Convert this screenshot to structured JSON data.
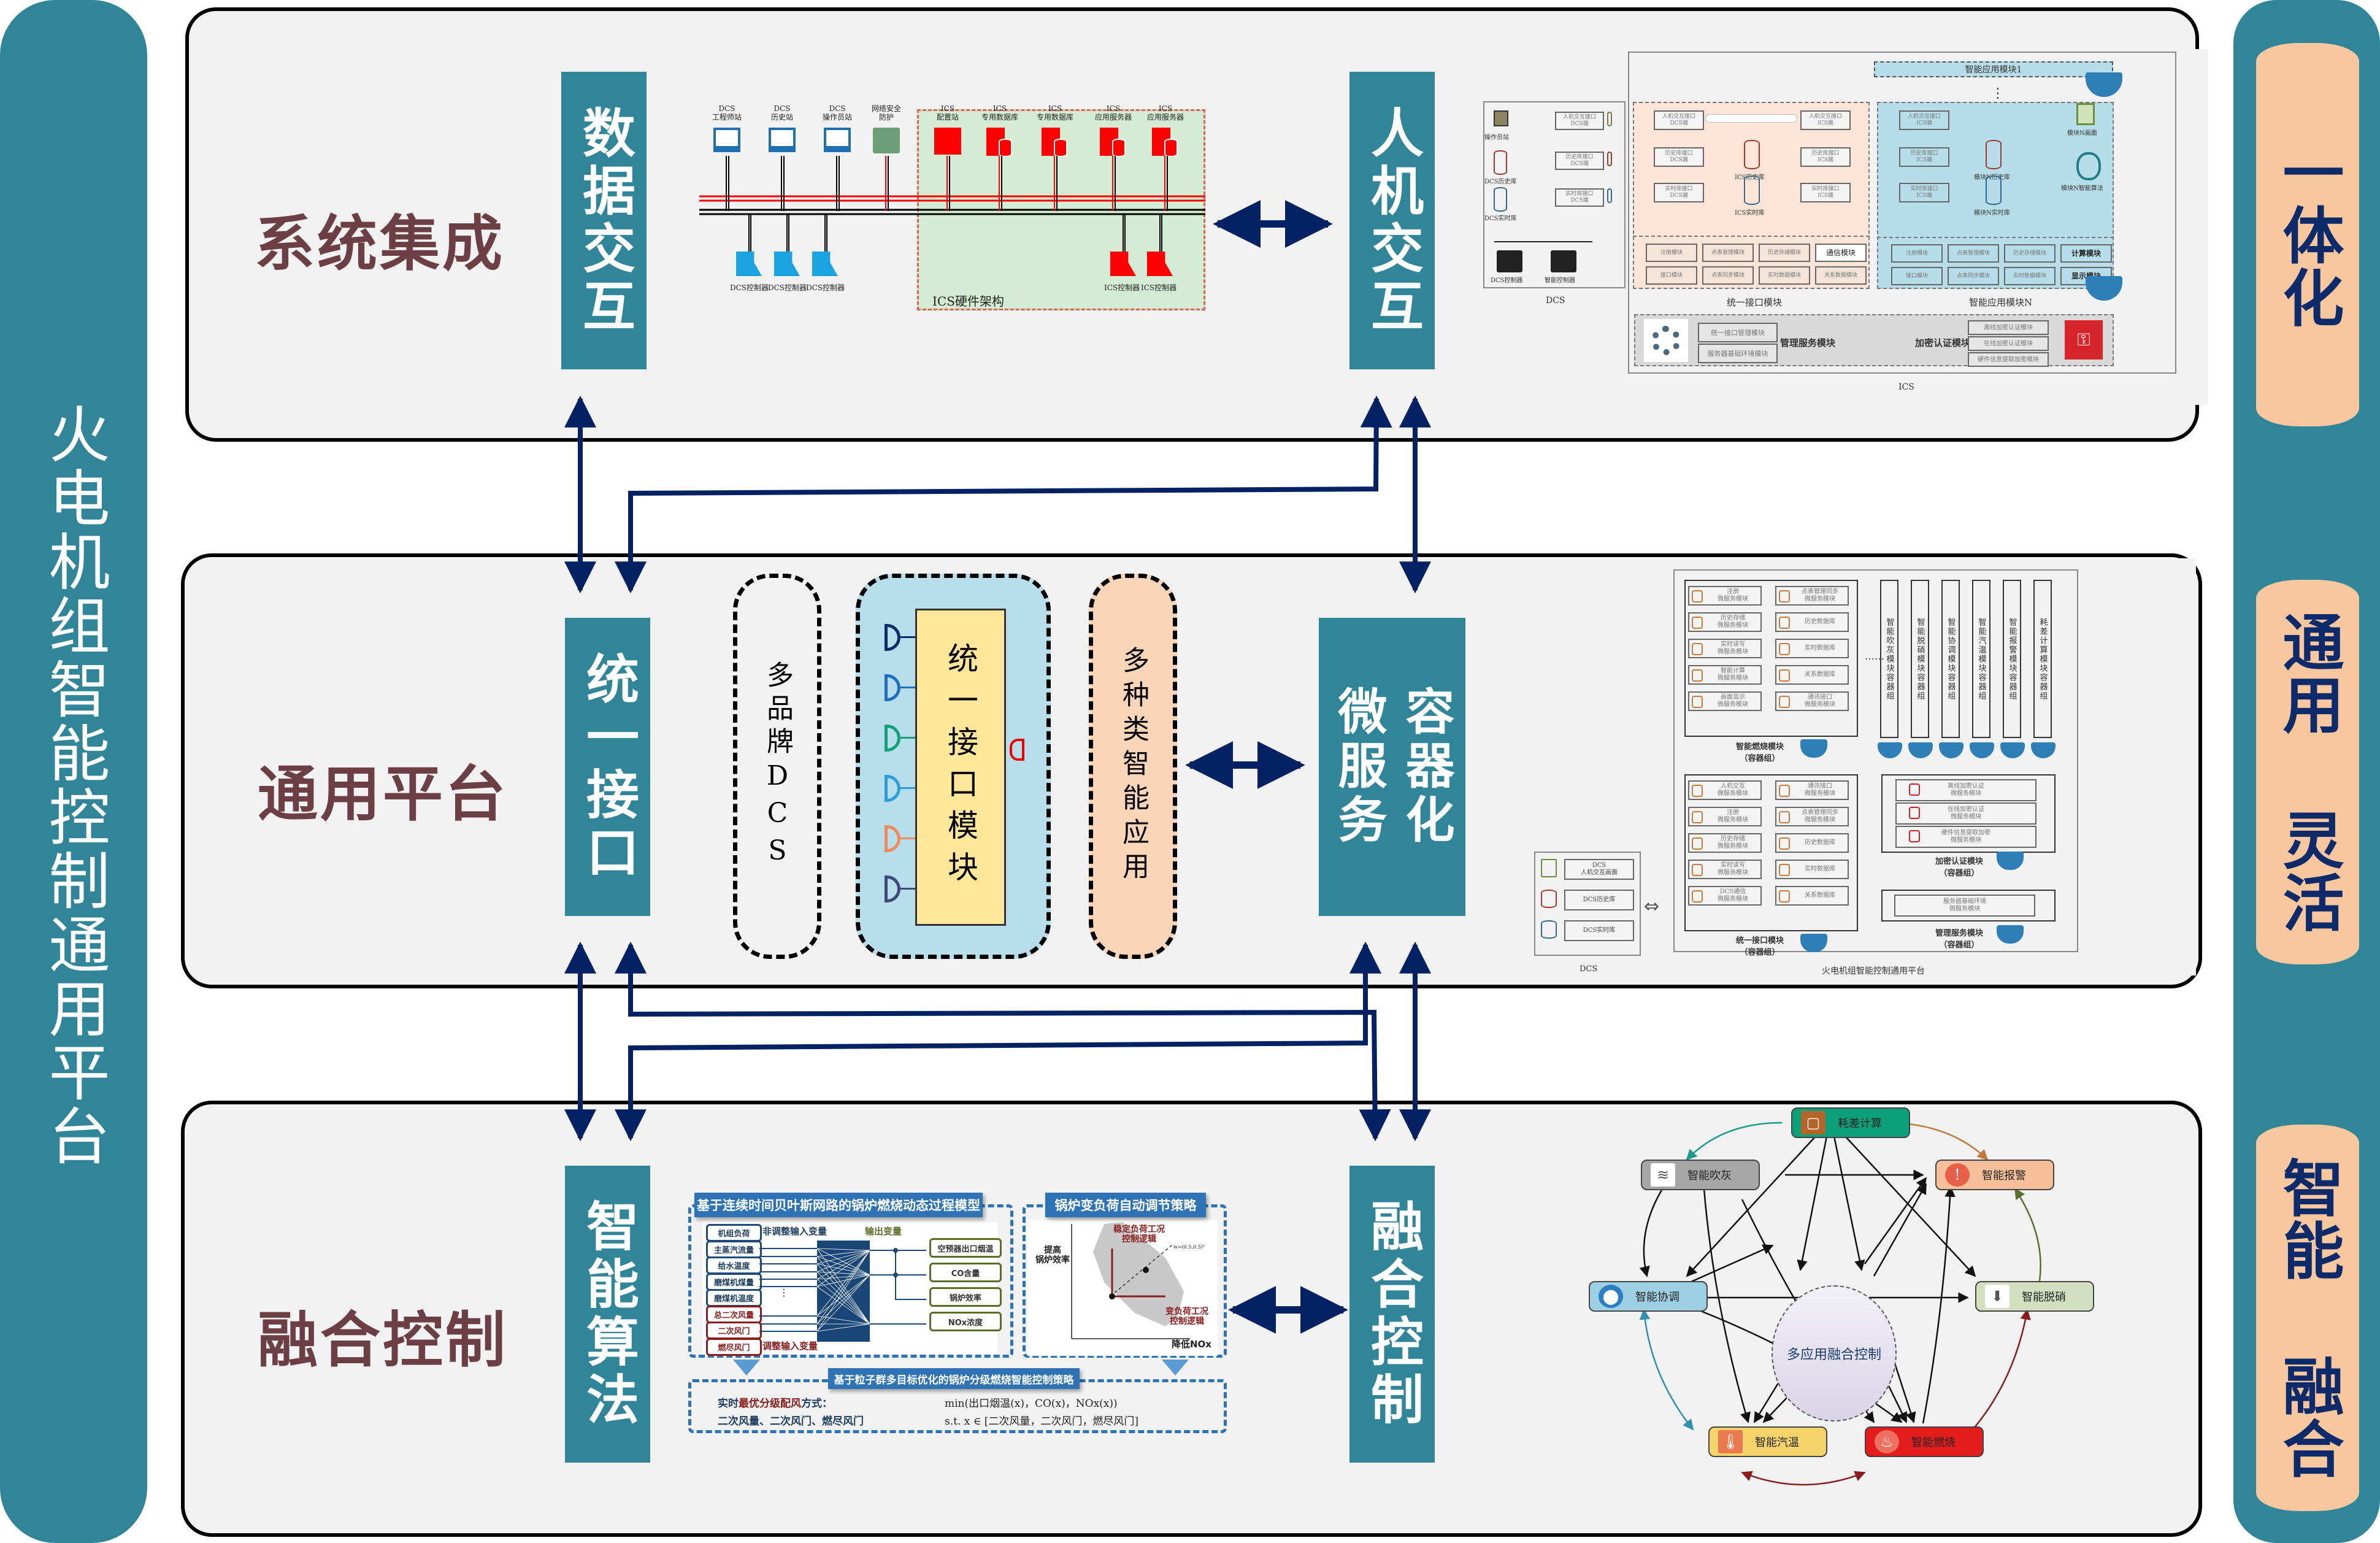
{
  "left_banner": {
    "title": "火电机组智能控制通用平台"
  },
  "right_banner": {
    "features": [
      "一体化",
      "通用 灵活",
      "智能 融合"
    ]
  },
  "colors": {
    "teal": "#318598",
    "peach": "#f8c79d",
    "navy_arrow": "#032163",
    "row_title": "#6b3f45",
    "panel_bg": "#f2f2f2",
    "feature_text": "#0d2a6b"
  },
  "rows": [
    {
      "title": "系统集成",
      "left_box": "数据交互",
      "right_box": "人机交互"
    },
    {
      "title": "通用平台",
      "left_box": "统一接口",
      "right_box_cols": [
        "微服务",
        "容器化"
      ]
    },
    {
      "title": "融合控制",
      "left_box": "智能算法",
      "right_box": "融合控制"
    }
  ],
  "hardware_figure": {
    "dcs_stations": [
      {
        "line1": "DCS",
        "line2": "工程师站"
      },
      {
        "line1": "DCS",
        "line2": "历史站"
      },
      {
        "line1": "DCS",
        "line2": "操作员站"
      },
      {
        "line1": "网络安全",
        "line2": "防护"
      }
    ],
    "ics_stations": [
      {
        "line1": "ICS",
        "line2": "配置站"
      },
      {
        "line1": "ICS",
        "line2": "专用数据库"
      },
      {
        "line1": "ICS",
        "line2": "专用数据库"
      },
      {
        "line1": "ICS",
        "line2": "应用服务器"
      },
      {
        "line1": "ICS",
        "line2": "应用服务器"
      }
    ],
    "dcs_controllers": [
      "DCS控制器",
      "DCS控制器",
      "DCS控制器"
    ],
    "ics_controllers": [
      "ICS控制器",
      "ICS控制器"
    ],
    "ics_area_label": "ICS硬件架构"
  },
  "ics_software_figure": {
    "top_module": "智能应用模块1",
    "ellipsis": "⋮",
    "dcs_side": {
      "items": [
        {
          "icon_label": "操作员站",
          "iface": [
            "人机交互接口",
            "DCS端"
          ]
        },
        {
          "icon_label": "DCS历史库",
          "iface": [
            "历史库接口",
            "DCS端"
          ]
        },
        {
          "icon_label": "DCS实时库",
          "iface": [
            "实时库接口",
            "DCS端"
          ]
        }
      ],
      "controllers": [
        "DCS控制器",
        "智能控制器"
      ],
      "caption": "DCS"
    },
    "unified_interface": {
      "rows": [
        {
          "left": [
            "人机交互接口",
            "DCS端"
          ],
          "middle": "",
          "right": [
            "人机交互接口",
            "ICS端"
          ]
        },
        {
          "left": [
            "历史库接口",
            "DCS端"
          ],
          "middle": "ICS历史库",
          "right": [
            "历史库接口",
            "ICS端"
          ]
        },
        {
          "left": [
            "实时库接口",
            "DCS端"
          ],
          "middle": "ICS实时库",
          "right": [
            "实时库接口",
            "ICS端"
          ]
        }
      ],
      "modules": [
        "注册模块",
        "点表管理模块",
        "历史存储模块",
        "通信模块",
        "接口模块",
        "点表同步模块",
        "实时数据模块",
        "关系数据模块"
      ],
      "caption": "统一接口模块"
    },
    "app_module_n": {
      "rows": [
        {
          "iface": [
            "人机交互接口",
            "ICS端"
          ],
          "target": "模块N画面"
        },
        {
          "iface": [
            "历史库接口",
            "ICS端"
          ],
          "target": "模块N历史库"
        },
        {
          "iface": [
            "实时库接口",
            "ICS端"
          ],
          "target": "模块N实时库"
        }
      ],
      "algo": "模块N智能算法",
      "modules": [
        "注册模块",
        "点表管理模块",
        "历史存储模块",
        "计算模块",
        "接口模块",
        "点表同步模块",
        "实时数据模块",
        "显示模块"
      ],
      "caption": "智能应用模块N"
    },
    "mgmt": {
      "items": [
        "统一接口管理模块",
        "服务器基础环境模块"
      ],
      "label": "管理服务模块"
    },
    "crypto": {
      "label": "加密认证模块",
      "items": [
        "离线加密认证模块",
        "在线加密认证模块",
        "硬件信息提取加密模块"
      ]
    },
    "caption": "ICS"
  },
  "dcs_brands": {
    "label": "多品牌DCS"
  },
  "unified_module": {
    "label": "统一接口模块"
  },
  "multi_apps": {
    "label": "多种类智能应用"
  },
  "platform_figure": {
    "combustion_group": {
      "items": [
        [
          "注册",
          "微服务模块"
        ],
        [
          "点表管理同步",
          "微服务模块"
        ],
        [
          "历史存储",
          "微服务模块"
        ],
        [
          "历史数据库",
          ""
        ],
        [
          "实时读写",
          "微服务模块"
        ],
        [
          "实时数据库",
          ""
        ],
        [
          "智能计算",
          "微服务模块"
        ],
        [
          "关系数据库",
          ""
        ],
        [
          "画面显示",
          "微服务模块"
        ],
        [
          "通讯接口",
          "微服务模块"
        ]
      ],
      "caption": [
        "智能燃烧模块",
        "（容器组）"
      ]
    },
    "ellipsis": "……",
    "containers": [
      "智能吹灰模块容器组",
      "智能脱硝模块容器组",
      "智能协调模块容器组",
      "智能汽温模块容器组",
      "智能报警模块容器组",
      "耗差计算模块容器组"
    ],
    "interface_group": {
      "items": [
        [
          "人机交互",
          "微服务模块"
        ],
        [
          "通讯接口",
          "微服务模块"
        ],
        [
          "注册",
          "微服务模块"
        ],
        [
          "点表管理同步",
          "微服务模块"
        ],
        [
          "历史存储",
          "微服务模块"
        ],
        [
          "历史数据库",
          ""
        ],
        [
          "实时读写",
          "微服务模块"
        ],
        [
          "实时数据库",
          ""
        ],
        [
          "DCS通信",
          "微服务模块"
        ],
        [
          "关系数据库",
          ""
        ]
      ],
      "caption": [
        "统一接口模块",
        "（容器组）"
      ]
    },
    "crypto_group": {
      "items": [
        [
          "离线加密认证",
          "微服务模块"
        ],
        [
          "在线加密认证",
          "微服务模块"
        ],
        [
          "硬件信息提取加密",
          "微服务模块"
        ]
      ],
      "caption": [
        "加密认证模块",
        "（容器组）"
      ]
    },
    "mgmt_group": {
      "items": [
        [
          "服务器基础环境",
          "微服务模块"
        ]
      ],
      "caption": [
        "管理服务模块",
        "（容器组）"
      ]
    },
    "dcs_box": {
      "items": [
        [
          "DCS",
          "人机交互画面"
        ],
        [
          "DCS历史库",
          ""
        ],
        [
          "DCS实时库",
          ""
        ]
      ],
      "caption": "DCS"
    },
    "caption": "火电机组智能控制通用平台"
  },
  "algorithm_figure": {
    "model_title": "基于连续时间贝叶斯网路的锅炉燃烧动态过程模型",
    "non_adjust_label": "非调整输入变量",
    "adjust_label": "调整输入变量",
    "output_label": "输出变量",
    "inputs": [
      "机组负荷",
      "主蒸汽流量",
      "给水温度",
      "磨煤机煤量",
      "磨煤机温度"
    ],
    "adjust_inputs": [
      "总二次风量",
      "二次风门",
      "燃尽风门"
    ],
    "outputs": [
      "空预器出口烟温",
      "CO含量",
      "锅炉效率",
      "NOx浓度"
    ],
    "strategy_title": "锅炉变负荷自动调节策略",
    "y_axis": [
      "提高",
      "锅炉效率"
    ],
    "x_axis": "降低NOx",
    "stable_logic": [
      "稳定负荷工况",
      "控制逻辑"
    ],
    "varying_logic": [
      "变负荷工况",
      "控制逻辑"
    ],
    "weight": "w=(0.5,0.5)ᵀ",
    "point": "p",
    "pso_title": "基于粒子群多目标优化的锅炉分级燃烧智能控制策略",
    "line1_prefix": "实时",
    "line1_highlight": "最优分级配风",
    "line1_suffix": "方式：",
    "line2": "二次风量、二次风门、燃尽风门",
    "formula1": "min(出口烟温(x)，CO(x)，NOx(x))",
    "formula2": "s.t. x ∈ [二次风量，二次风门，燃尽风门]"
  },
  "fusion_figure": {
    "center": "多应用融合控制",
    "nodes": [
      {
        "label": "耗差计算",
        "color": "#0aa07a",
        "icon": "chip-icon"
      },
      {
        "label": "智能报警",
        "color": "#f8c09a",
        "icon": "warning-icon"
      },
      {
        "label": "智能脱硝",
        "color": "#d4dfbf",
        "icon": "nox-filter-icon"
      },
      {
        "label": "智能燃烧",
        "color": "#e51c1c",
        "icon": "flame-icon"
      },
      {
        "label": "智能汽温",
        "color": "#f7d46a",
        "icon": "thermometer-icon"
      },
      {
        "label": "智能协调",
        "color": "#9dcfe3",
        "icon": "network-globe-icon"
      },
      {
        "label": "智能吹灰",
        "color": "#a6a6a6",
        "icon": "wind-icon"
      }
    ]
  }
}
